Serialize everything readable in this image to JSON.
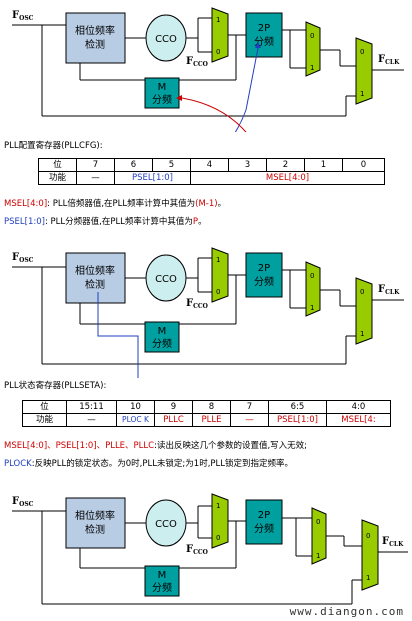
{
  "blocks": {
    "pfd_line1": "相位频率",
    "pfd_line2": "检测",
    "cco": "CCO",
    "p_line1": "2P",
    "p_line2": "分频",
    "m_line1": "M",
    "m_line2": "分频",
    "mux_0": "0",
    "mux_1": "1"
  },
  "signals": {
    "f_main": "F",
    "osc_sub": "OSC",
    "cco_sub": "CCO",
    "clk_sub": "CLK"
  },
  "pllcfg": {
    "title": "PLL配置寄存器(PLLCFG):",
    "head_label": "位",
    "row_label": "功能",
    "bits": [
      "7",
      "6",
      "5",
      "4",
      "3",
      "2",
      "1",
      "0"
    ],
    "fields": [
      {
        "text": "—",
        "color": "#000000"
      },
      {
        "text": "PSEL[1:0]",
        "color": "#1f3fbf"
      },
      {
        "text": "MSEL[4:0]",
        "color": "#cc0000"
      }
    ]
  },
  "notes1": {
    "msel_name": "MSEL[4:0]",
    "msel_text": ": PLL倍频器值,在PLL频率计算中其值为",
    "msel_val": "(M-1)",
    "msel_end": "。",
    "psel_name": "PSEL[1:0]",
    "psel_text": ": PLL分频器值,在PLL频率计算中其值为",
    "psel_val": "P",
    "psel_end": "。"
  },
  "pllstat": {
    "title": "PLL状态寄存器(PLLSETA):",
    "head_label": "位",
    "row_label": "功能",
    "bits": [
      "15:11",
      "10",
      "9",
      "8",
      "7",
      "6:5",
      "4:0"
    ],
    "fields": [
      {
        "text": "—",
        "color": "#000000"
      },
      {
        "text": "PLOC K",
        "color": "#1f3fbf"
      },
      {
        "text": "PLLC",
        "color": "#cc0000"
      },
      {
        "text": "PLLE",
        "color": "#cc0000"
      },
      {
        "text": "—",
        "color": "#cc0000"
      },
      {
        "text": "PSEL[1:0]",
        "color": "#cc0000"
      },
      {
        "text": "MSEL[4:",
        "color": "#cc0000"
      }
    ]
  },
  "notes2": {
    "line1_name": "MSEL[4:0]、PSEL[1:0]、PLLE、PLLC",
    "line1_text": ":读出反映这几个参数的设置值,写入无效;",
    "line2_name": "PLOCK",
    "line2_text": ":反映PLL的锁定状态。为0时,PLL未锁定;为1时,PLL锁定到指定频率。"
  },
  "watermark": "www.diangon.com"
}
